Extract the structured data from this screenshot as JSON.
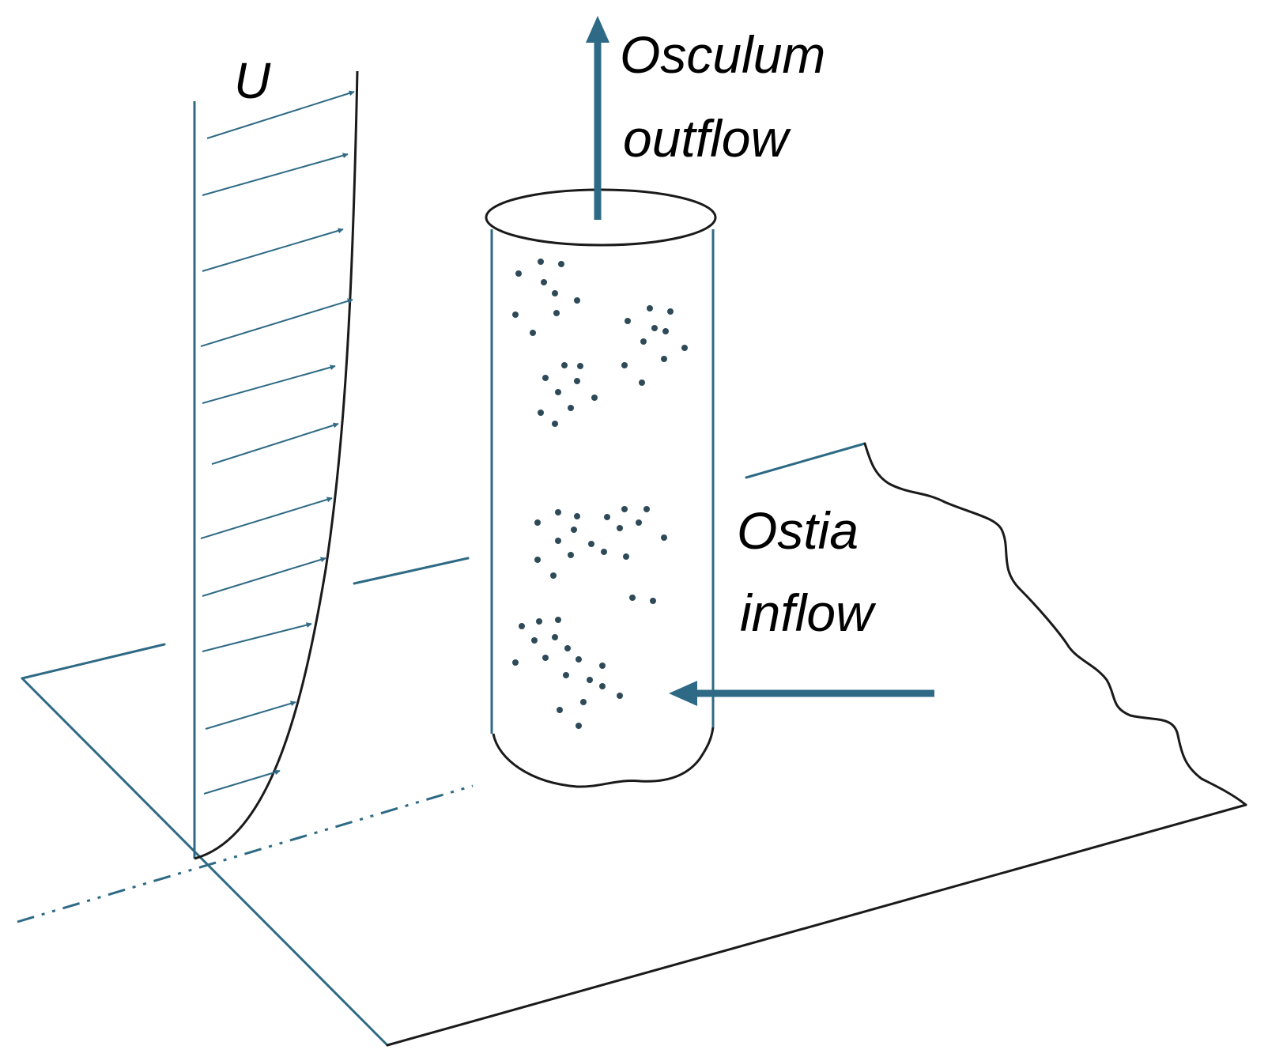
{
  "labels": {
    "velocity": "U",
    "osculum_line1": "Osculum",
    "osculum_line2": "outflow",
    "ostia_line1": "Ostia",
    "ostia_line2": "inflow"
  },
  "colors": {
    "primary": "#2e6a85",
    "outline": "#1a1a1a",
    "background": "#ffffff"
  }
}
